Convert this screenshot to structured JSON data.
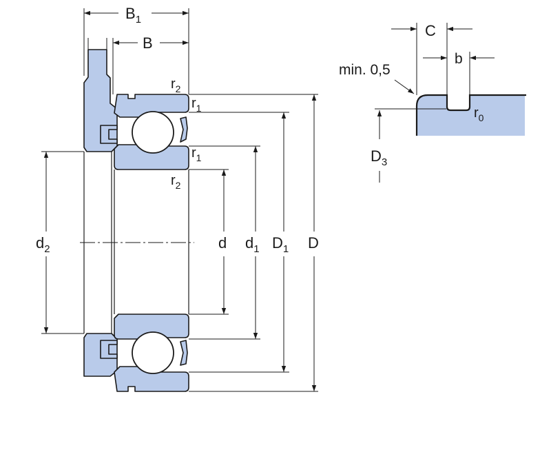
{
  "colors": {
    "part_fill": "#b9cbea",
    "outline": "#1a1a1a",
    "ball_fill": "#ffffff"
  },
  "labels": {
    "B1": {
      "main": "B",
      "sub": "1"
    },
    "B": {
      "main": "B",
      "sub": ""
    },
    "r2_top": {
      "main": "r",
      "sub": "2"
    },
    "r1_upper": {
      "main": "r",
      "sub": "1"
    },
    "r1_lower": {
      "main": "r",
      "sub": "1"
    },
    "r2_bottom": {
      "main": "r",
      "sub": "2"
    },
    "d2": {
      "main": "d",
      "sub": "2"
    },
    "d": {
      "main": "d",
      "sub": ""
    },
    "d1": {
      "main": "d",
      "sub": "1"
    },
    "D1": {
      "main": "D",
      "sub": "1"
    },
    "D": {
      "main": "D",
      "sub": ""
    },
    "C": {
      "main": "C",
      "sub": ""
    },
    "b": {
      "main": "b",
      "sub": ""
    },
    "min": {
      "main": "min. 0,5",
      "sub": ""
    },
    "r0": {
      "main": "r",
      "sub": "0"
    },
    "D3": {
      "main": "D",
      "sub": "3"
    }
  }
}
